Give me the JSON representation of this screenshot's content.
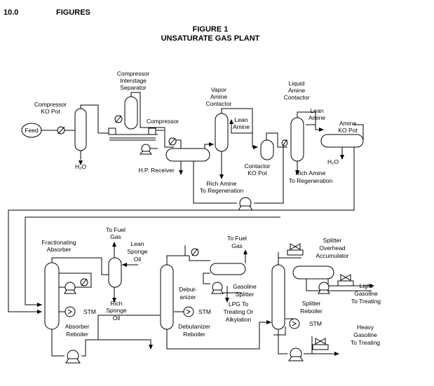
{
  "section": {
    "number": "10.0",
    "heading": "FIGURES"
  },
  "figure": {
    "number": "FIGURE 1",
    "title": "UNSATURATE GAS PLANT"
  },
  "labels": {
    "feed": "Feed",
    "comp_ko": [
      "Compressor",
      "KO Pot"
    ],
    "interstage": [
      "Compressor",
      "Interstage",
      "Separator"
    ],
    "compressor": "Compressor",
    "hp_receiver": "H.P. Receiver",
    "h2o_a": "H₂O",
    "vapor_contactor": [
      "Vapor",
      "Amine",
      "Contactor"
    ],
    "lean_amine_a": [
      "Lean",
      "Amine"
    ],
    "rich_amine_a": [
      "Rich Amine",
      "To Regeneration"
    ],
    "contactor_ko": [
      "Contactor",
      "KO Pot"
    ],
    "liquid_contactor": [
      "Liquid",
      "Amine",
      "Contactor"
    ],
    "lean_amine_b": [
      "Lean",
      "Amine"
    ],
    "amine_ko": [
      "Amine",
      "KO Pot"
    ],
    "rich_amine_b": [
      "Rich Amine",
      "To Regeneration"
    ],
    "h2o_b": "H₂O",
    "frac_absorber": [
      "Fractionating",
      "Absorber"
    ],
    "to_fuel_gas_a": [
      "To Fuel",
      "Gas"
    ],
    "lean_sponge": [
      "Lean",
      "Sponge",
      "Oil"
    ],
    "rich_sponge": [
      "Rich",
      "Sponge",
      "Oil"
    ],
    "stm_a": "STM",
    "absorber_reboiler": [
      "Absorber",
      "Reboiler"
    ],
    "to_fuel_gas_b": [
      "To Fuel",
      "Gas"
    ],
    "debutanizer": [
      "Debut-",
      "anizer"
    ],
    "stm_b": "STM",
    "debut_reboiler": [
      "Debutanizer",
      "Reboiler"
    ],
    "gasoline_splitter": [
      "Gasoline",
      "Splitter"
    ],
    "lpg": [
      "LPG To",
      "Treating Or",
      "Alkylation"
    ],
    "splitter_accum": [
      "Splitter",
      "Overhead",
      "Accumulator"
    ],
    "light_gasoline": [
      "Light",
      "Gasoline",
      "To Treating"
    ],
    "splitter_reboiler": [
      "Splitter",
      "Reboiler"
    ],
    "stm_c": "STM",
    "heavy_gasoline": [
      "Heavy",
      "Gasoline",
      "To Treating"
    ]
  }
}
